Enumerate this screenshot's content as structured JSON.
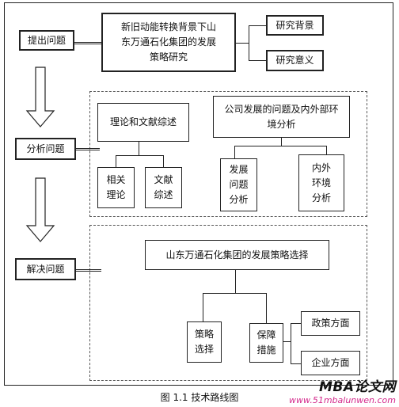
{
  "left": {
    "propose": "提出问题",
    "analyze": "分析问题",
    "solve": "解决问题"
  },
  "section1": {
    "main": "新旧动能转换背景下山\n东万通石化集团的发展\n策略研究",
    "bg": "研究背景",
    "sig": "研究意义"
  },
  "section2": {
    "lit": "理论和文献综述",
    "theory": "相关\n理论",
    "review": "文献\n综述",
    "company": "公司发展的问题及内外部环\n境分析",
    "devprob": "发展\n问题\n分析",
    "env": "内外\n环境\n分析"
  },
  "section3": {
    "choice": "山东万通石化集团的发展策略选择",
    "strategy": "策略\n选择",
    "measures": "保障\n措施",
    "policy": "政策方面",
    "enterprise": "企业方面"
  },
  "caption": "图 1.1    技术路线图",
  "watermark": {
    "line1": "MBA论文网",
    "line2": "www.51mbalunwen.com"
  }
}
